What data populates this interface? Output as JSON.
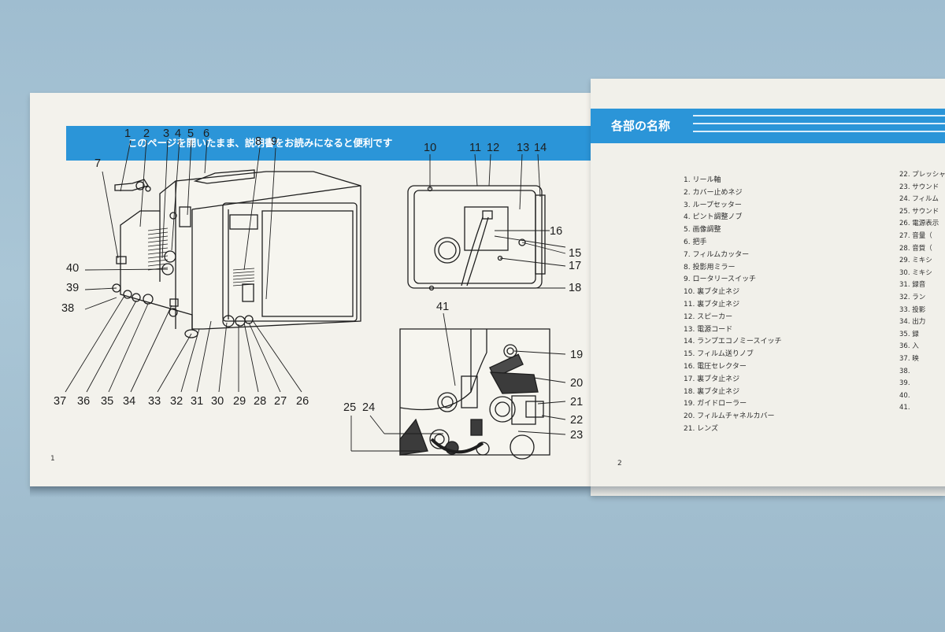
{
  "left_page": {
    "banner_text": "このページを開いたまま、説明書をお読みになると便利です",
    "page_number": "1",
    "callouts_projector": [
      "1",
      "2",
      "3",
      "4",
      "5",
      "6",
      "7",
      "8",
      "9",
      "40",
      "39",
      "38",
      "37",
      "36",
      "35",
      "34",
      "33",
      "32",
      "31",
      "30",
      "29",
      "28",
      "27",
      "26"
    ],
    "callouts_back": [
      "10",
      "11",
      "12",
      "13",
      "14",
      "15",
      "16",
      "17",
      "18"
    ],
    "callouts_mechanism": [
      "41",
      "19",
      "20",
      "21",
      "22",
      "23",
      "25",
      "24"
    ]
  },
  "right_page": {
    "section_title": "各部の名称",
    "page_number": "2",
    "parts": [
      "1. リール軸",
      "2. カバー止めネジ",
      "3. ループセッター",
      "4. ピント調整ノブ",
      "5. 画像調整",
      "6. 把手",
      "7. フィルムカッター",
      "8. 投影用ミラー",
      "9. ロータリースイッチ",
      "10. 裏ブタ止ネジ",
      "11. 裏ブタ止ネジ",
      "12. スピーカー",
      "13. 電源コード",
      "14. ランプエコノミースイッチ",
      "15. フィルム送りノブ",
      "16. 電圧セレクター",
      "17. 裏ブタ止ネジ",
      "18. 裏ブタ止ネジ",
      "19. ガイドローラー",
      "20. フィルムチャネルカバー",
      "21. レンズ"
    ],
    "parts_continued": [
      "22. プレッシャ",
      "23. サウンド",
      "24. フィルム",
      "25. サウンド",
      "26. 電源表示",
      "27. 音量（",
      "28. 音質（",
      "29. ミキシ",
      "30. ミキシ",
      "31. 録音",
      "32. ラン",
      "33. 投影",
      "34. 出力",
      "35. 録",
      "36. 入",
      "37. 映",
      "38. ",
      "39. ",
      "40. ",
      "41. "
    ]
  },
  "colors": {
    "banner_blue": "#2b95d8",
    "paper": "#f3f2ec",
    "background": "#a5c1d2",
    "ink": "#1e1e1e"
  }
}
